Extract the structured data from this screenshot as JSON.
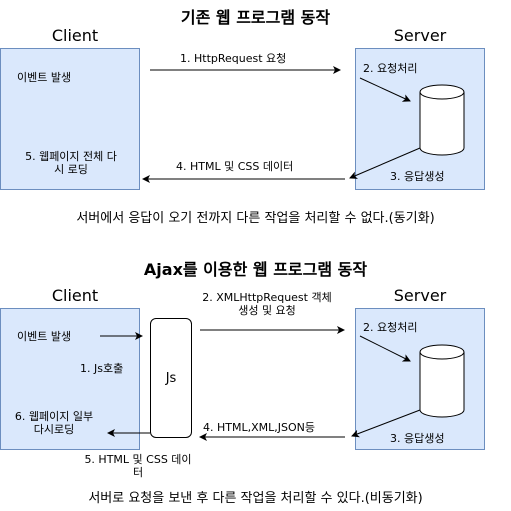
{
  "top": {
    "title": "기존 웹 프로그램 동작",
    "client_header": "Client",
    "server_header": "Server",
    "client_event": "이벤트 발생",
    "client_reload": "5. 웹페이지 전체 다\n시 로딩",
    "arrow_request": "1. HttpRequest 요청",
    "server_process": "2. 요청처리",
    "db": "DB",
    "server_response": "3. 응답생성",
    "arrow_response": "4. HTML 및 CSS 데이터",
    "note": "서버에서 응답이 오기 전까지 다른 작업을 처리할 수 없다.(동기화)"
  },
  "bottom": {
    "title": "Ajax를 이용한 웹 프로그램 동작",
    "client_header": "Client",
    "server_header": "Server",
    "client_event": "이벤트 발생",
    "js_call": "1. Js호출",
    "client_reload": "6. 웹페이지 일부\n다시로딩",
    "js": "Js",
    "arrow_request": "2. XMLHttpRequest 객체\n생성 및 요청",
    "server_process": "2. 요청처리",
    "db": "DB",
    "server_response": "3. 응답생성",
    "arrow_response": "4. HTML,XML,JSON등",
    "arrow_to_client": "5. HTML 및 CSS 데이\n터",
    "note": "서버로 요청을 보낸 후 다른 작업을 처리할 수 있다.(비동기화)"
  },
  "colors": {
    "box_fill": "#dae8fc",
    "box_stroke": "#6c8ebf"
  }
}
